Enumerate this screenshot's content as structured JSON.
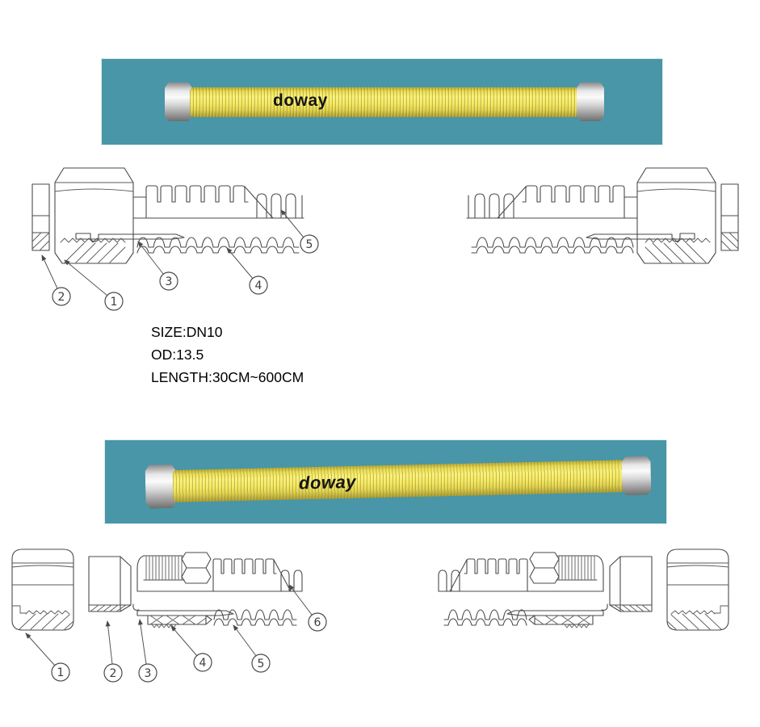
{
  "banners": {
    "top": {
      "brand": "doway",
      "bg_color": "#4896A8",
      "hose_color": "#EDE150"
    },
    "bottom": {
      "brand": "doway",
      "bg_color": "#4896A8",
      "hose_color": "#EDE150"
    }
  },
  "specs": {
    "size": "SIZE:DN10",
    "od": "OD:13.5",
    "length": "LENGTH:30CM~600CM"
  },
  "diagrams": {
    "top_left": {
      "callouts": [
        "1",
        "2",
        "3",
        "4",
        "5"
      ]
    },
    "bottom_left": {
      "callouts": [
        "1",
        "2",
        "3",
        "4",
        "5",
        "6"
      ]
    }
  }
}
